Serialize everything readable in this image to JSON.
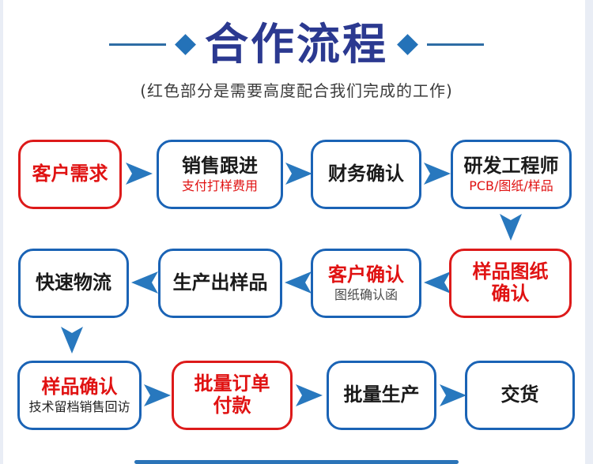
{
  "colors": {
    "title_navy": "#2b3990",
    "red": "#dd1a1a",
    "blue_border": "#1a63b5",
    "arrow_blue": "#2878be",
    "diamond_blue": "#2472b8",
    "line_blue": "#2e6da4",
    "edge_strip": "#e9edf5",
    "text_black": "#1a1a1a",
    "subtitle_gray": "#3c3c3c"
  },
  "header": {
    "title": "合作流程",
    "subtitle": "(红色部分是需要高度配合我们完成的工作)"
  },
  "flow": {
    "nodes": [
      {
        "title": "客户需求"
      },
      {
        "title": "销售跟进",
        "subtitle": "支付打样费用"
      },
      {
        "title": "财务确认"
      },
      {
        "title": "研发工程师",
        "subtitle": "PCB/图纸/样品"
      },
      {
        "title": "快速物流"
      },
      {
        "title": "生产出样品"
      },
      {
        "title": "客户确认",
        "subtitle": "图纸确认函"
      },
      {
        "title": "样品图纸\n确认"
      },
      {
        "title": "样品确认",
        "subtitle": "技术留档销售回访"
      },
      {
        "title": "批量订单\n付款"
      },
      {
        "title": "批量生产"
      },
      {
        "title": "交货"
      }
    ]
  }
}
